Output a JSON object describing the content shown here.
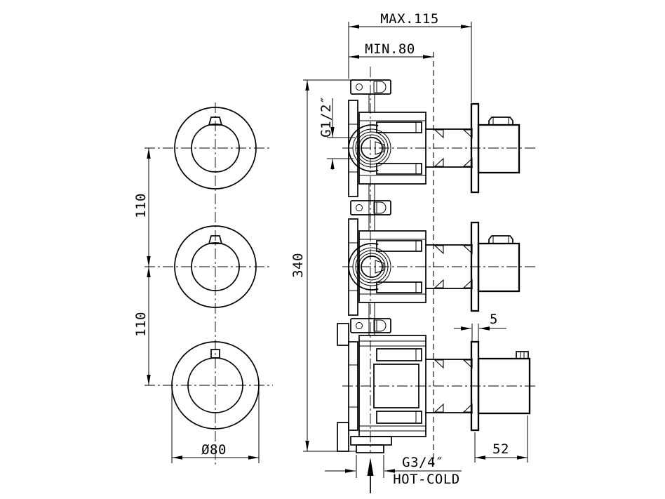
{
  "drawing": {
    "background": "#ffffff",
    "line_color": "#000000",
    "front_view": {
      "dim_vertical_spacing_upper": "110",
      "dim_vertical_spacing_lower": "110",
      "dim_escutcheon_diameter": "Ø80"
    },
    "side_view": {
      "dim_max_depth": "MAX.115",
      "dim_min_depth": "MIN.80",
      "dim_total_height": "340",
      "dim_top_port_thread": "G1/2″",
      "dim_plate_thickness": "5",
      "dim_handle_depth": "52",
      "dim_inlet_thread": "G3/4″",
      "label_inlet": "HOT-COLD"
    }
  }
}
